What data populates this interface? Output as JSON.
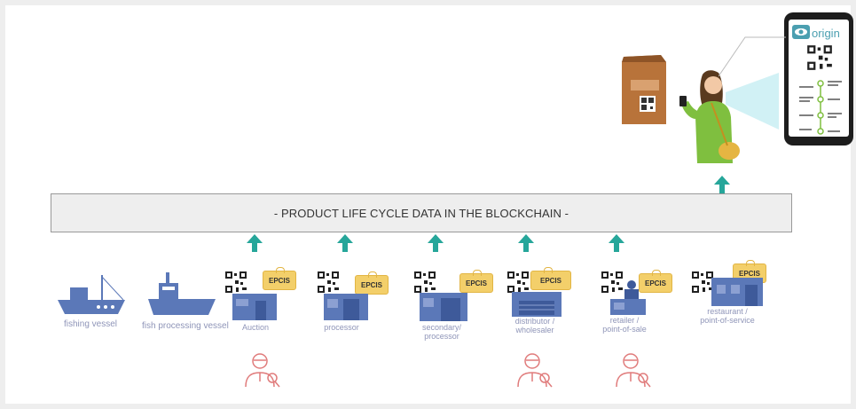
{
  "banner": {
    "text": "- PRODUCT LIFE CYCLE DATA IN THE BLOCKCHAIN -"
  },
  "app": {
    "logo": "origin"
  },
  "tag_label": "EPCIS",
  "nodes": {
    "fishing_vessel": "fishing vessel",
    "fish_processing_vessel": "fish processing vessel",
    "auction": "Auction",
    "processor": "processor",
    "secondary_processor_1": "secondary/",
    "secondary_processor_2": "processor",
    "distributor_1": "distributor /",
    "distributor_2": "wholesaler",
    "retailer_1": "retailer /",
    "retailer_2": "point-of-sale",
    "restaurant_1": "restaurant /",
    "restaurant_2": "point-of-service"
  },
  "colors": {
    "arrow": "#26a69a",
    "building": "#5b78b8",
    "tag": "#f3cf6a",
    "inspector": "#e07b7b",
    "consumer_shirt": "#7fbf3f"
  }
}
